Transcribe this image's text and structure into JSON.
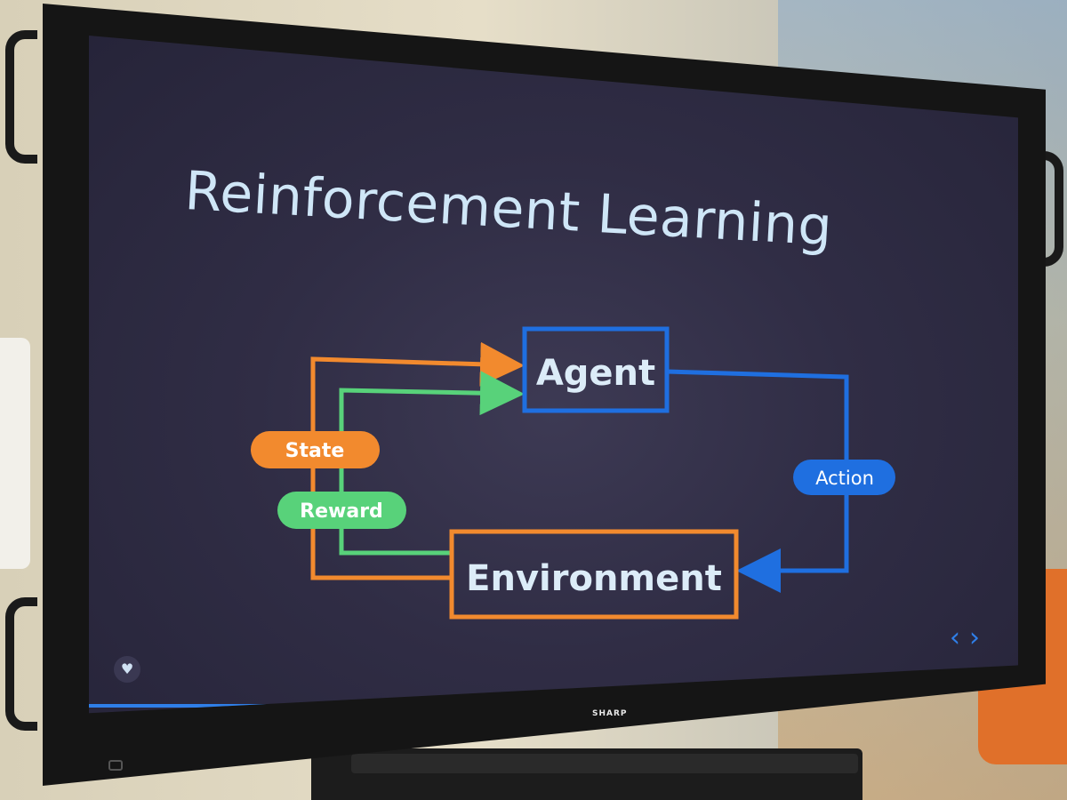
{
  "slide": {
    "title": "Reinforcement Learning",
    "nodes": {
      "agent": "Agent",
      "environment": "Environment"
    },
    "edges": {
      "state": "State",
      "reward": "Reward",
      "action": "Action"
    },
    "progress_fraction": 0.32
  },
  "monitor": {
    "brand": "SHARP"
  },
  "colors": {
    "background": "#302d45",
    "title": "#cfe6f7",
    "state": "#f28a2e",
    "reward": "#58d27a",
    "action": "#1f6fe0",
    "accent": "#2f7fe8"
  },
  "icons": {
    "heart": "heart-icon",
    "prev": "chevron-left-icon",
    "next": "chevron-right-icon"
  }
}
